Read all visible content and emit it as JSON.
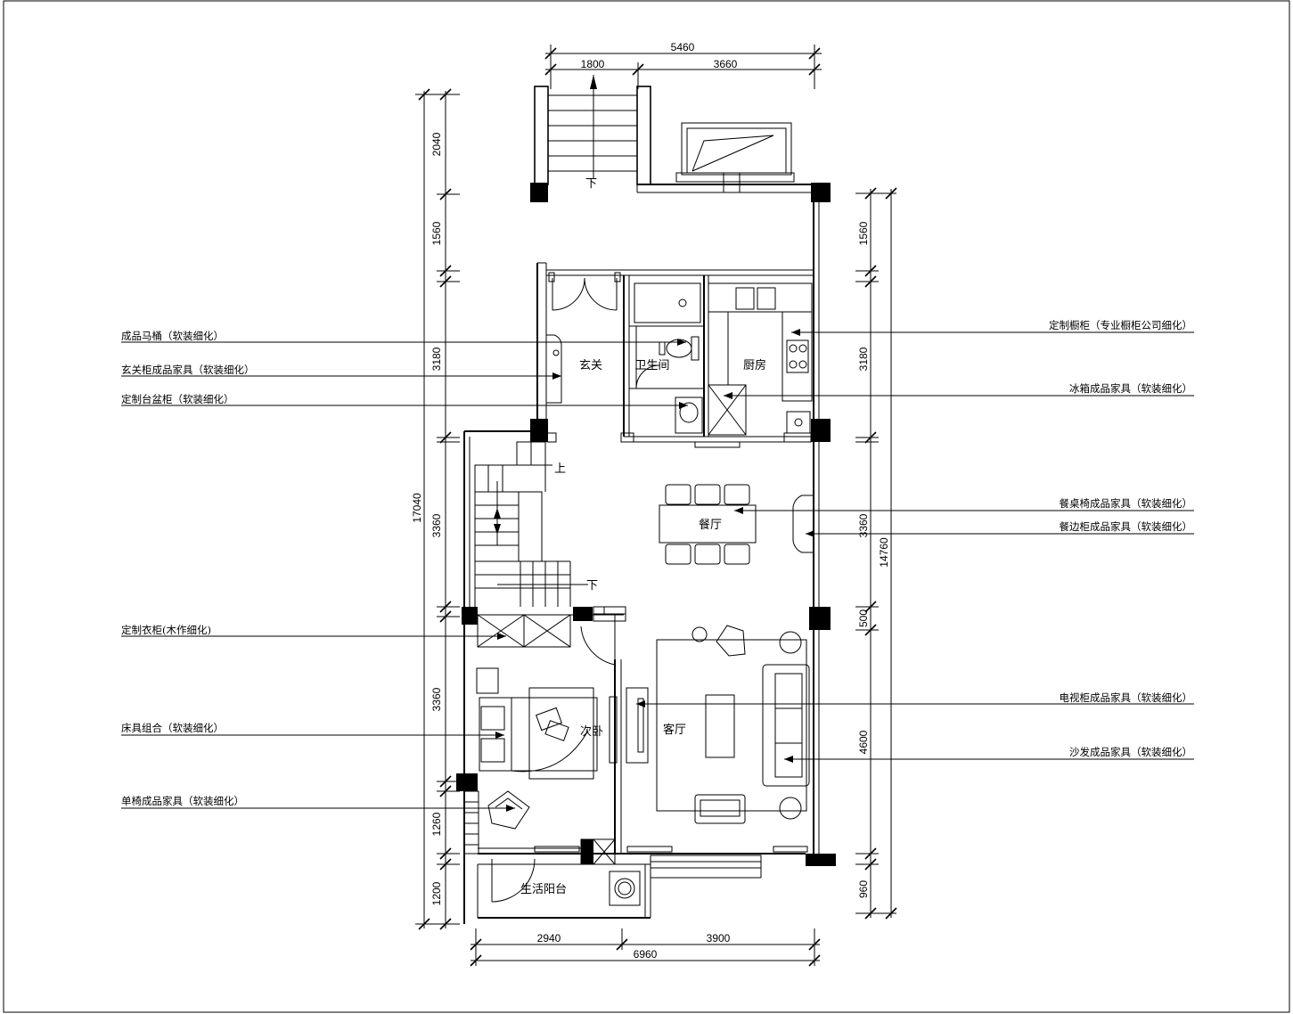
{
  "dimensions": {
    "top_total": "5460",
    "top_left": "1800",
    "top_right": "3660",
    "left_total": "17040",
    "left_segments": [
      "2040",
      "1560",
      "3180",
      "3360",
      "3360",
      "1260",
      "1200"
    ],
    "right_total": "14760",
    "right_segments": [
      "1560",
      "3180",
      "3360",
      "500",
      "4600",
      "960"
    ],
    "bottom_total": "6960",
    "bottom_left": "2940",
    "bottom_right": "3900"
  },
  "rooms": {
    "entry": "玄关",
    "bathroom": "卫生间",
    "kitchen": "厨房",
    "dining": "餐厅",
    "living": "客厅",
    "bedroom": "次卧",
    "balcony": "生活阳台"
  },
  "stairs": {
    "down_top": "下",
    "up": "上",
    "down_mid": "下"
  },
  "annotations_left": [
    "成品马桶（软装细化）",
    "玄关柜成品家具（软装细化）",
    "定制台盆柜（软装细化）",
    "定制衣柜(木作细化)",
    "床具组合（软装细化）",
    "单椅成品家具（软装细化）"
  ],
  "annotations_right": [
    "定制橱柜（专业橱柜公司细化）",
    "冰箱成品家具（软装细化）",
    "餐桌椅成品家具（软装细化）",
    "餐边柜成品家具（软装细化）",
    "电视柜成品家具（软装细化）",
    "沙发成品家具（软装细化）"
  ]
}
